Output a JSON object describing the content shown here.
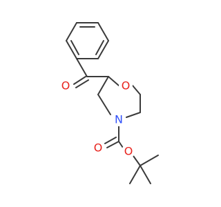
{
  "molecule": {
    "atoms": [
      {
        "id": "O1",
        "label": "O",
        "color": "#e8231d"
      },
      {
        "id": "O2",
        "label": "O",
        "color": "#e8231d"
      },
      {
        "id": "N1",
        "label": "N",
        "color": "#3050f8"
      },
      {
        "id": "O3",
        "label": "O",
        "color": "#e8231d"
      },
      {
        "id": "O4",
        "label": "O",
        "color": "#e8231d"
      }
    ],
    "bond_color": "#3a3a3a"
  }
}
